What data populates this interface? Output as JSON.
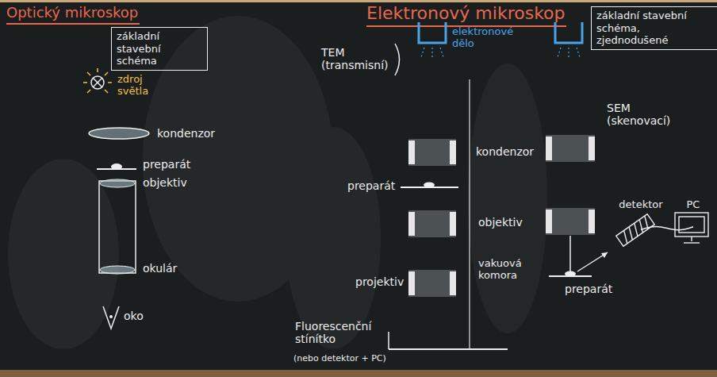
{
  "diagram": {
    "nodes": [
      {
        "text": [
          "základní stavební schéma"
        ]
      },
      {
        "text": [
          "základní stavební schéma, zjednodušené"
        ]
      },
      {
        "text": [
          "detektor"
        ]
      },
      {
        "text": [
          "PC"
        ]
      }
    ],
    "edges": [
      {
        "from": 2,
        "to": 3,
        "arrow": "none"
      }
    ],
    "labels": [
      "Optický mikroskop",
      "zdroj světla",
      "kondenzor",
      "preparát",
      "objektiv",
      "okulár",
      "oko",
      "Elektronový mikroskop",
      "TEM (transmisní)",
      "elektronové dělo",
      "SEM (skenovací)",
      "kondenzor",
      "preparát",
      "objektiv",
      "projektiv",
      "vakuová komora",
      "preparát",
      "Fluorescenční stínítko",
      "(nebo detektor + PC)"
    ]
  }
}
